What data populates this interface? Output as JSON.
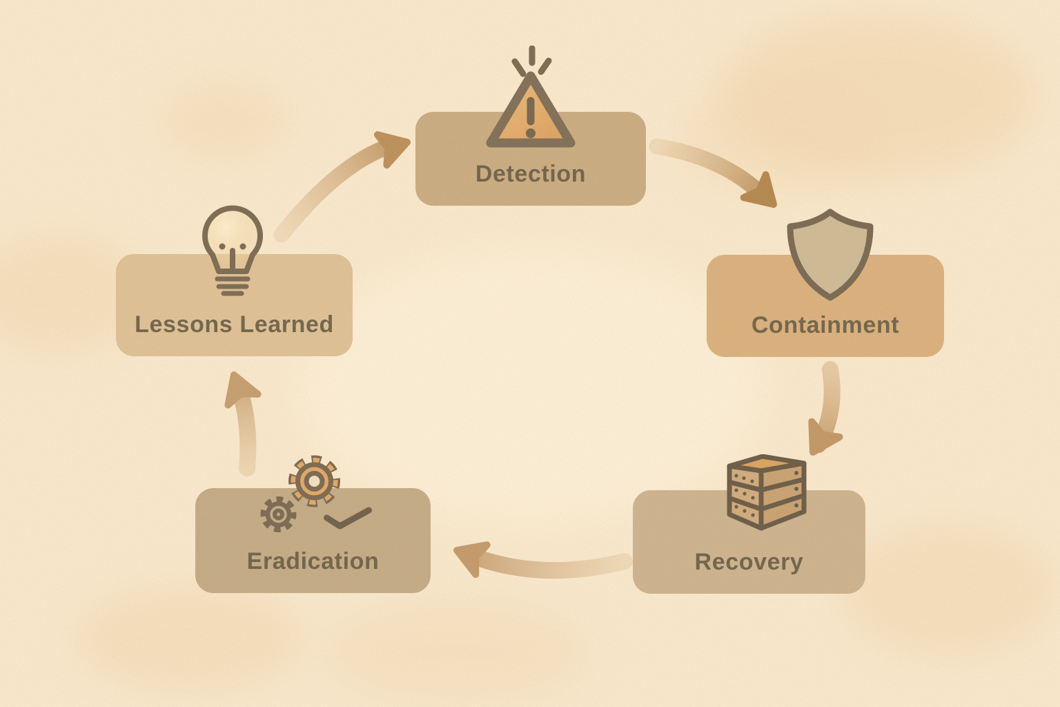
{
  "background": {
    "base_color": "#f8e7ca",
    "blob_color": "#f1d3a9",
    "texture": "paper-grain"
  },
  "palette": {
    "icon_outline": "#7b6951",
    "accent_orange": "#e0a766",
    "arrow_color": "#b88c55",
    "label_text": "#6d5f47"
  },
  "diagram": {
    "type": "cycle",
    "nodes": [
      {
        "id": "detection",
        "label": "Detection",
        "icon": "alert-triangle-icon",
        "box_color": "#c9ab80"
      },
      {
        "id": "containment",
        "label": "Containment",
        "icon": "shield-icon",
        "box_color": "#d9b07c"
      },
      {
        "id": "recovery",
        "label": "Recovery",
        "icon": "server-stack-icon",
        "box_color": "#ccb28d"
      },
      {
        "id": "eradication",
        "label": "Eradication",
        "icon": "gears-check-icon",
        "box_color": "#c3aa85"
      },
      {
        "id": "lessons_learned",
        "label": "Lessons Learned",
        "icon": "light-bulb-icon",
        "box_color": "#ddc094"
      }
    ],
    "arrows": [
      {
        "from": "lessons_learned",
        "to": "detection"
      },
      {
        "from": "detection",
        "to": "containment"
      },
      {
        "from": "containment",
        "to": "recovery"
      },
      {
        "from": "recovery",
        "to": "eradication"
      },
      {
        "from": "eradication",
        "to": "lessons_learned"
      }
    ]
  }
}
